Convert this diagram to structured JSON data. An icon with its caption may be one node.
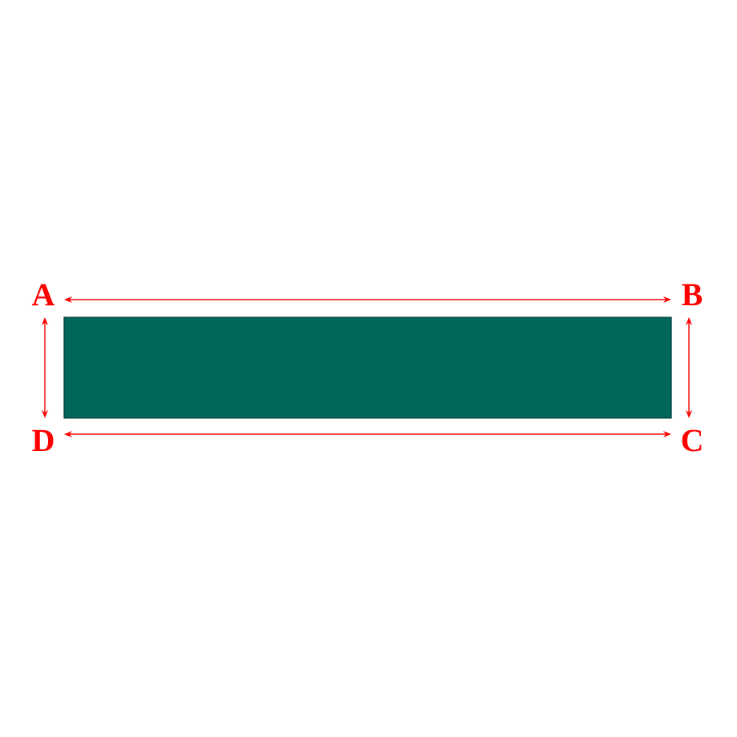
{
  "diagram": {
    "labels": [
      "A",
      "B",
      "D",
      "C"
    ]
  }
}
